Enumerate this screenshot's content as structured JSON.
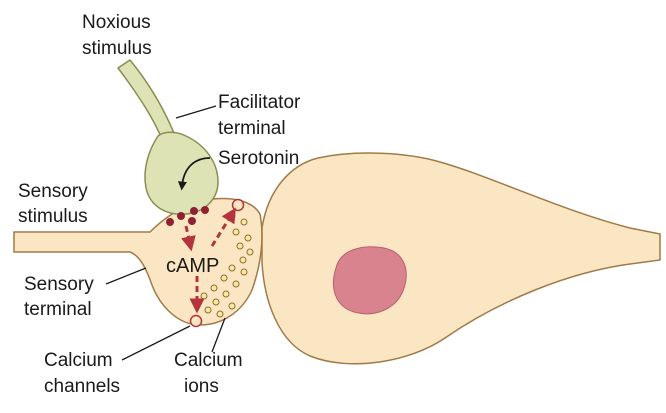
{
  "labels": {
    "noxious_1": "Noxious",
    "noxious_2": "stimulus",
    "facilitator_1": "Facilitator",
    "facilitator_2": "terminal",
    "serotonin": "Serotonin",
    "sensory_stimulus_1": "Sensory",
    "sensory_stimulus_2": "stimulus",
    "camp": "cAMP",
    "sensory_terminal_1": "Sensory",
    "sensory_terminal_2": "terminal",
    "calcium_channels_1": "Calcium",
    "calcium_channels_2": "channels",
    "calcium_ions_1": "Calcium",
    "calcium_ions_2": "ions"
  },
  "colors": {
    "neuron_fill": "#fbe6c3",
    "neuron_stroke": "#a07a48",
    "facilitator_fill": "#dde3b5",
    "facilitator_stroke": "#8a8d52",
    "nucleus_fill": "#d9838f",
    "nucleus_stroke": "#b85f6e",
    "arrow": "#b3343c",
    "ion_fill": "#f6e7a6",
    "ion_stroke": "#8a7130",
    "channel_stroke": "#b3343c",
    "serotonin_dot": "#8e2233",
    "text": "#1a1a1a"
  }
}
